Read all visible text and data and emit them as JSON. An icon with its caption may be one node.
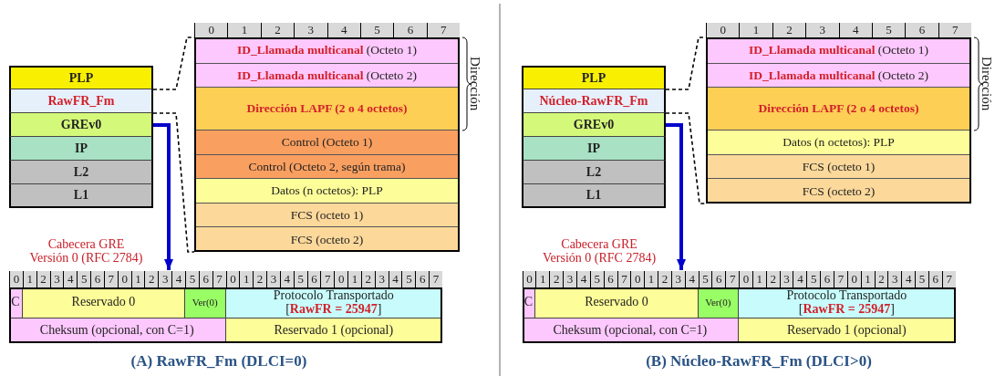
{
  "diagram": {
    "nodes": [
      {
        "text": [
          "PLP"
        ]
      },
      {
        "text": [
          "RawFR_Fm"
        ]
      },
      {
        "text": [
          "GREv0"
        ]
      },
      {
        "text": [
          "IP"
        ]
      },
      {
        "text": [
          "L2"
        ]
      },
      {
        "text": [
          "L1"
        ]
      },
      {
        "text": [],
        "shape": "box"
      },
      {
        "text": [
          "**ID_Llamada multicanal** (Octeto 1)"
        ],
        "in": 6
      },
      {
        "text": [
          "**ID_Llamada multicanal** (Octeto 2)"
        ],
        "in": 6
      },
      {
        "text": [
          "Dirección LAPF (2 o 4 octetos)"
        ],
        "in": 6
      },
      {
        "text": [
          "Control (Octeto 1)"
        ],
        "in": 6
      },
      {
        "text": [
          "Control (Octeto 2, según trama)"
        ],
        "in": 6
      },
      {
        "text": [
          "Datos (n octetos): PLP"
        ],
        "in": 6
      },
      {
        "text": [
          "FCS (octeto 1)"
        ],
        "in": 6
      },
      {
        "text": [
          "FCS (octeto 2)"
        ],
        "in": 6
      },
      {
        "text": [],
        "shape": "box",
        "beside": [
          "Cabecera GRE Versión 0 (RFC 2784)"
        ]
      },
      {
        "text": [
          "C"
        ],
        "in": 15
      },
      {
        "text": [
          "Reservado 0"
        ],
        "in": 15
      },
      {
        "text": [
          "Ver(0)"
        ],
        "in": 15
      },
      {
        "text": [
          "Protocolo Transportado [**RawFR = 25947**]"
        ],
        "in": 15
      },
      {
        "text": [
          "Cheksum (opcional, con C=1)"
        ],
        "in": 15
      },
      {
        "text": [
          "Reservado 1 (opcional)"
        ],
        "in": 15
      },
      {
        "text": [
          "PLP"
        ]
      },
      {
        "text": [
          "Núcleo-RawFR_Fm"
        ]
      },
      {
        "text": [
          "GREv0"
        ]
      },
      {
        "text": [
          "IP"
        ]
      },
      {
        "text": [
          "L2"
        ]
      },
      {
        "text": [
          "L1"
        ]
      },
      {
        "text": [],
        "shape": "box"
      },
      {
        "text": [
          "**ID_Llamada multicanal** (Octeto 1)"
        ],
        "in": 28
      },
      {
        "text": [
          "**ID_Llamada multicanal** (Octeto 2)"
        ],
        "in": 28
      },
      {
        "text": [
          "Dirección LAPF (2 o 4 octetos)"
        ],
        "in": 28
      },
      {
        "text": [
          "Datos (n octetos): PLP"
        ],
        "in": 28
      },
      {
        "text": [
          "FCS (octeto 1)"
        ],
        "in": 28
      },
      {
        "text": [
          "FCS (octeto 2)"
        ],
        "in": 28
      },
      {
        "text": [],
        "shape": "box",
        "beside": [
          "Cabecera GRE Versión 0 (RFC 2784)"
        ]
      },
      {
        "text": [
          "C"
        ],
        "in": 35
      },
      {
        "text": [
          "Reservado 0"
        ],
        "in": 35
      },
      {
        "text": [
          "Ver(0)"
        ],
        "in": 35
      },
      {
        "text": [
          "Protocolo Transportado [**RawFR = 25947**]"
        ],
        "in": 35
      },
      {
        "text": [
          "Cheksum (opcional, con C=1)"
        ],
        "in": 35
      },
      {
        "text": [
          "Reservado 1 (opcional)"
        ],
        "in": 35
      }
    ],
    "edges": [
      {
        "from": 1,
        "to": 6,
        "arrow": "none",
        "style": "dashed"
      },
      {
        "from": 1,
        "to": 6,
        "arrow": "none",
        "style": "dashed"
      },
      {
        "from": 2,
        "to": 15,
        "arrow": "to",
        "style": "thick",
        "color": "#0000cc"
      },
      {
        "from": 23,
        "to": 28,
        "arrow": "none",
        "style": "dashed"
      },
      {
        "from": 23,
        "to": 28,
        "arrow": "none",
        "style": "dashed"
      },
      {
        "from": 24,
        "to": 35,
        "arrow": "to",
        "style": "thick",
        "color": "#0000cc"
      }
    ],
    "labels": [
      "0",
      "1",
      "2",
      "3",
      "4",
      "5",
      "6",
      "7",
      "Dirección",
      "0",
      "1",
      "2",
      "3",
      "4",
      "5",
      "6",
      "7",
      "0",
      "1",
      "2",
      "3",
      "4",
      "5",
      "6",
      "7",
      "0",
      "1",
      "2",
      "3",
      "4",
      "5",
      "6",
      "7",
      "0",
      "1",
      "2",
      "3",
      "4",
      "5",
      "6",
      "7",
      "(A) RawFR_Fm (DLCI=0)",
      "0",
      "1",
      "2",
      "3",
      "4",
      "5",
      "6",
      "7",
      "Dirección",
      "0",
      "1",
      "2",
      "3",
      "4",
      "5",
      "6",
      "7",
      "0",
      "1",
      "2",
      "3",
      "4",
      "5",
      "6",
      "7",
      "0",
      "1",
      "2",
      "3",
      "4",
      "5",
      "6",
      "7",
      "0",
      "1",
      "2",
      "3",
      "4",
      "5",
      "6",
      "7",
      "(B) Núcleo-RawFR_Fm (DLCI>0)"
    ]
  }
}
